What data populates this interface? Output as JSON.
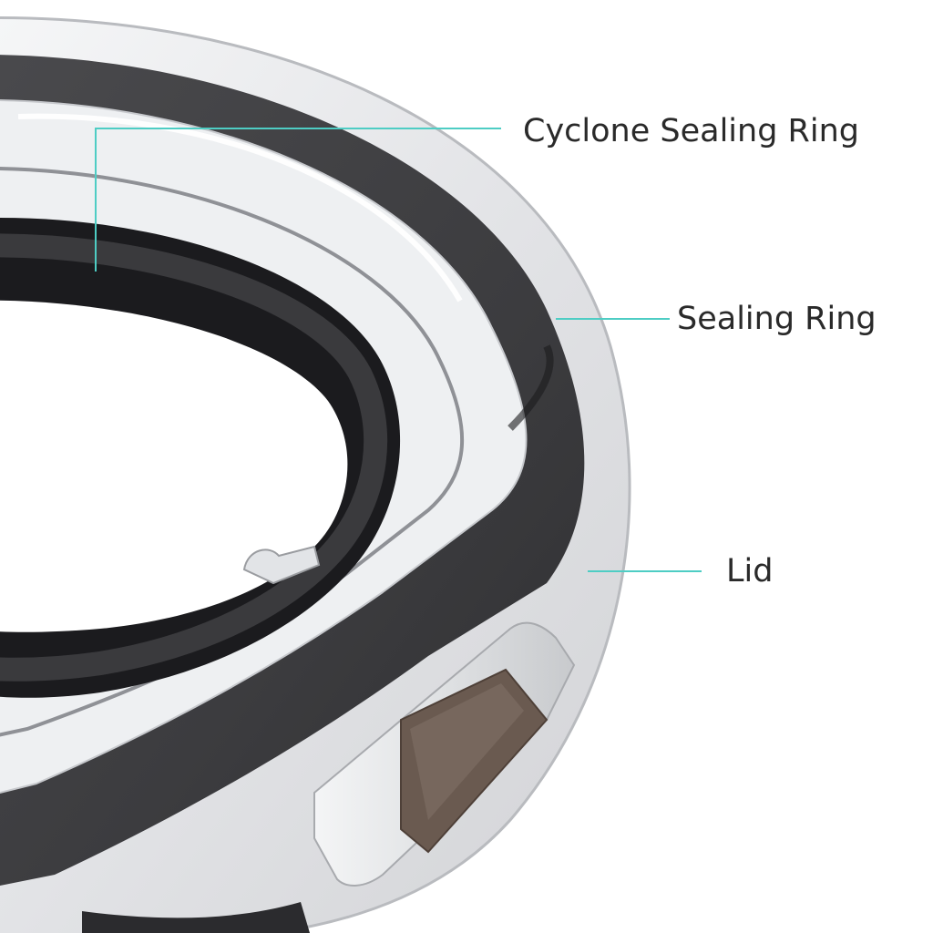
{
  "image": {
    "subject": "clear-lid-with-seals",
    "colors": {
      "background": "#ffffff",
      "seal_dark": "#3d3d3f",
      "seal_mid": "#4a4a4c",
      "lid_clear": "#ecedef",
      "interior_dark": "#17171a",
      "latch_brown": "#6a5a50"
    }
  },
  "callouts": {
    "color": "#4ecdc4",
    "text_color": "#2a2a2a",
    "items": [
      {
        "label": "Cyclone Sealing Ring"
      },
      {
        "label": "Sealing Ring"
      },
      {
        "label": "Lid"
      }
    ]
  }
}
